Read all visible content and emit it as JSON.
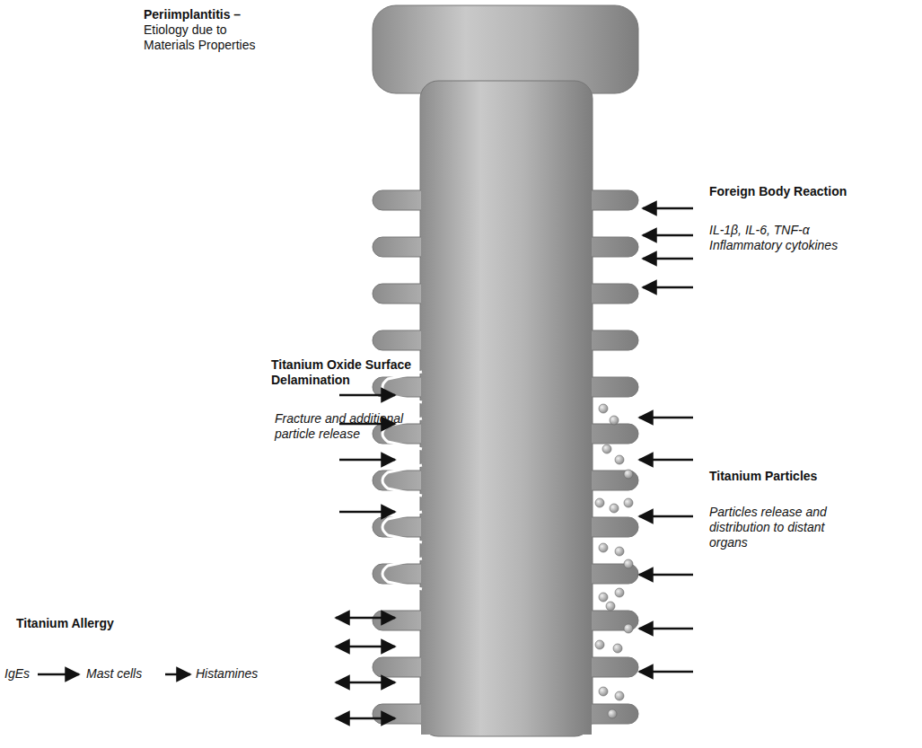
{
  "diagram": {
    "title": "Periimplantitis – Etiology due to Materials Properties",
    "labels": [
      "Foreign Body Reaction",
      "IL-1β, IL-6, TNF-α Inflammatory cytokines",
      "Titanium Oxide Surface Delamination",
      "Fracture and additional particle release",
      "Titanium Particles",
      "Particles release and distribution to distant organs",
      "Titanium Allergy",
      "IgEs",
      "Mast cells",
      "Histamines"
    ]
  }
}
